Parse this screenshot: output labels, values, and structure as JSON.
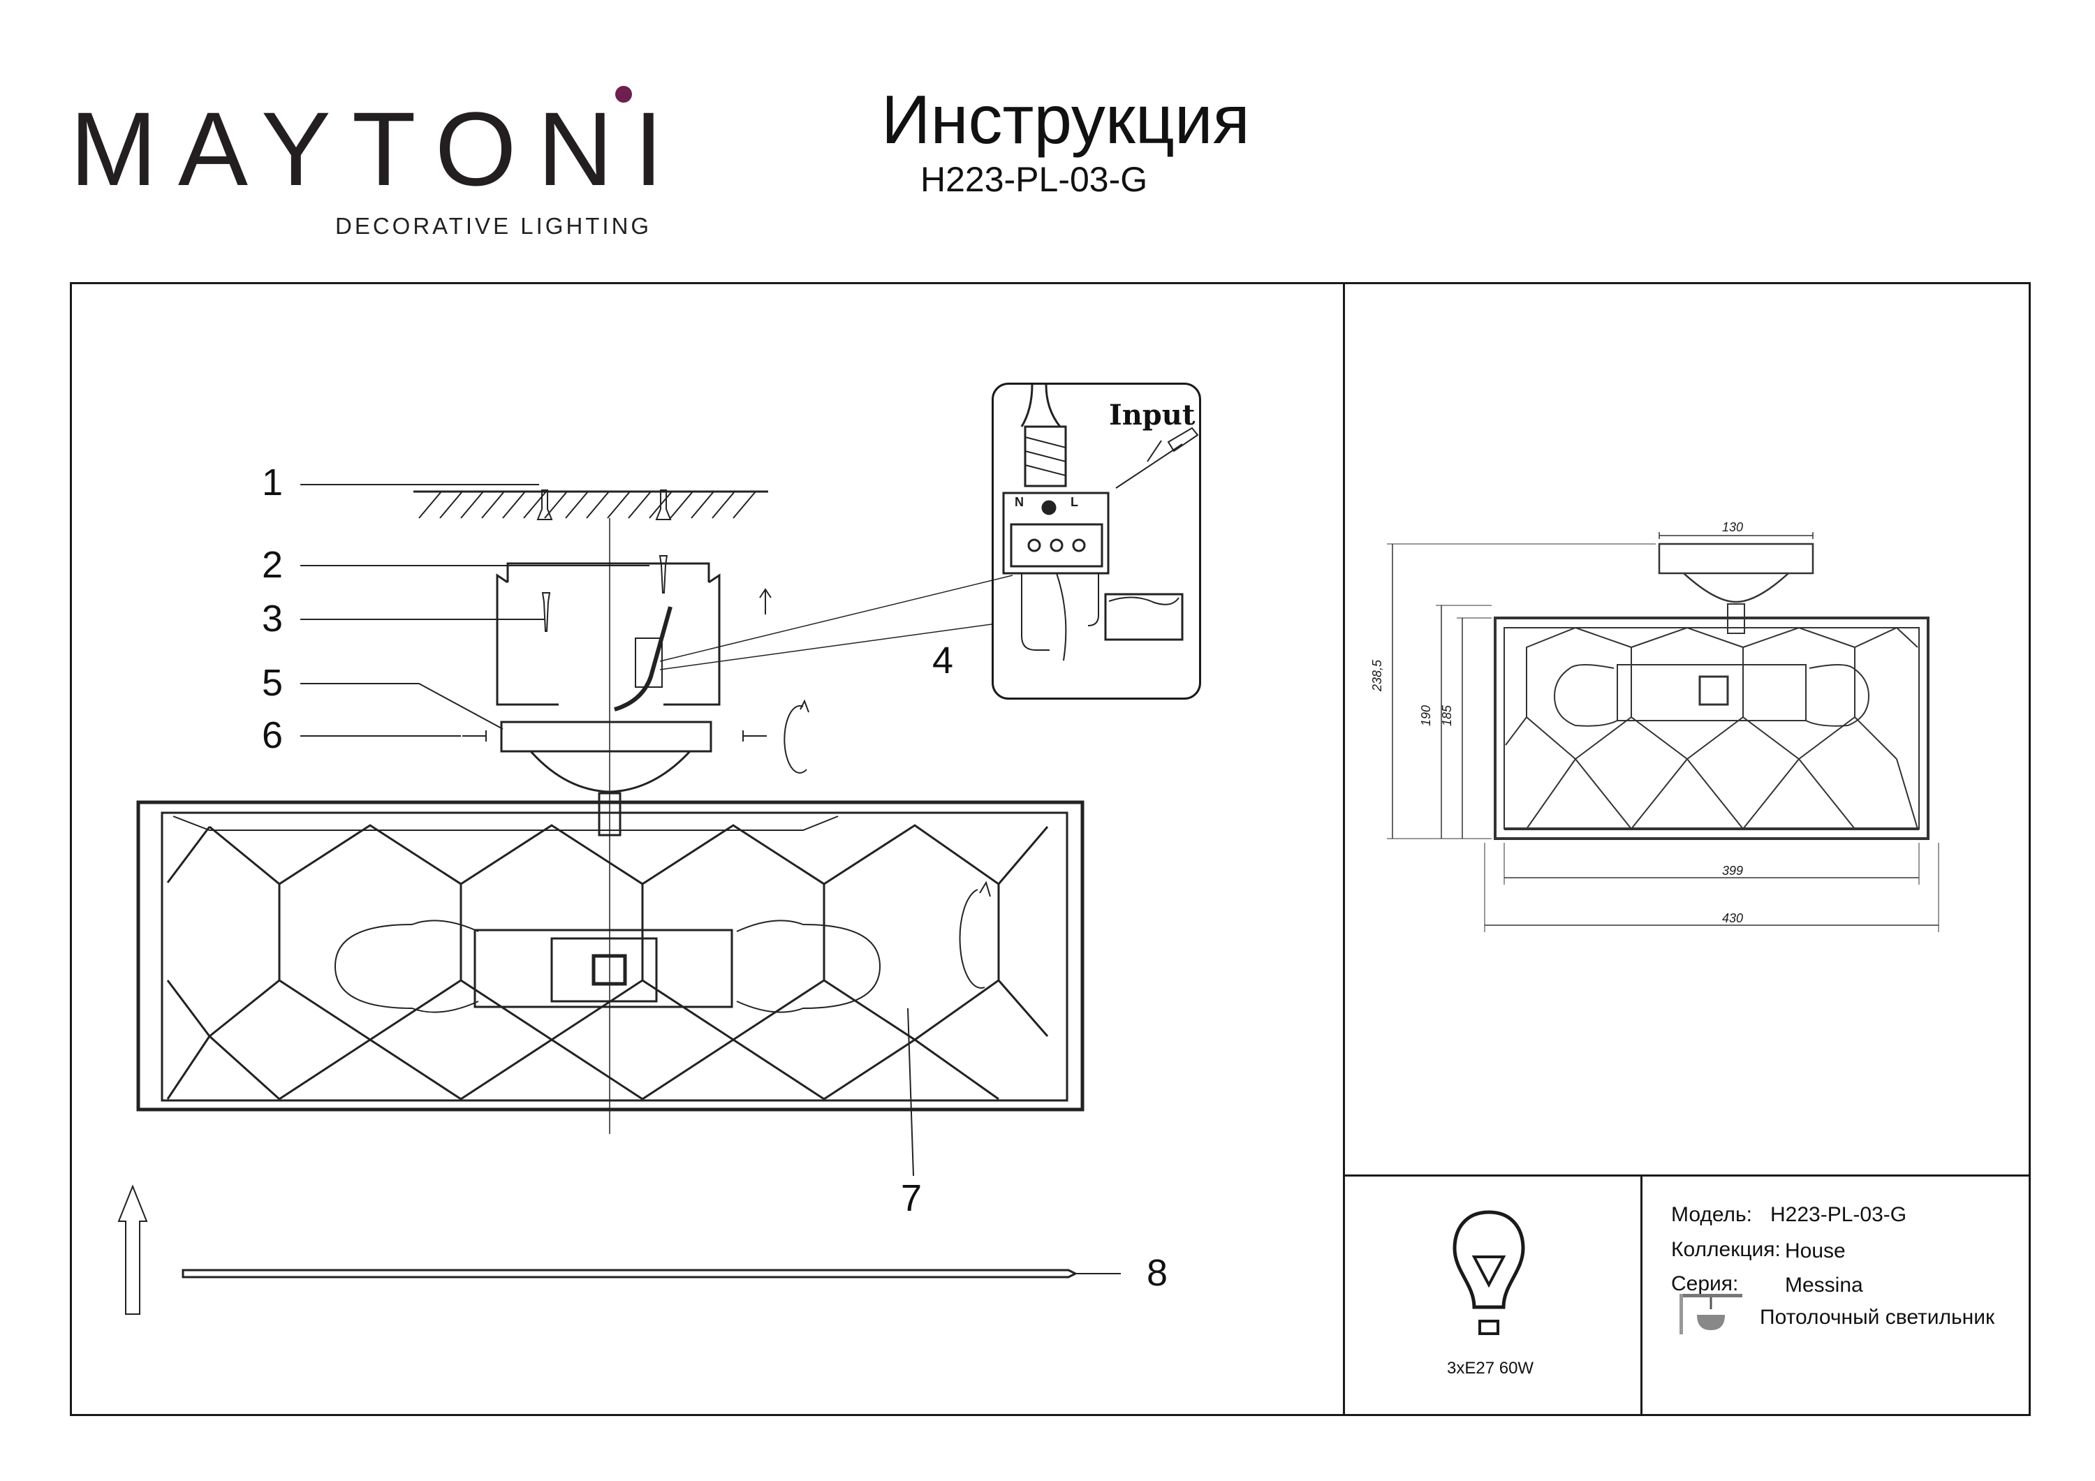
{
  "brand": {
    "name": "MAYTONI",
    "tagline": "DECORATIVE LIGHTING",
    "accent_color": "#6d1f4e"
  },
  "header": {
    "title": "Инструкция",
    "model": "H223-PL-03-G"
  },
  "assembly": {
    "callouts": [
      "1",
      "2",
      "3",
      "4",
      "5",
      "6",
      "7",
      "8"
    ],
    "wiring_detail": {
      "label": "Input",
      "terminals": [
        "N",
        "L"
      ]
    }
  },
  "dimensions": {
    "canopy_width": "130",
    "inner_width": "399",
    "outer_width": "430",
    "total_height": "238,5",
    "shade_height": "190",
    "cage_height": "185"
  },
  "bulb": {
    "spec": "3xE27 60W",
    "icon": "bulb-icon"
  },
  "spec_table": {
    "model_label": "Модель:",
    "model_value": "H223-PL-03-G",
    "collection_label": "Коллекция:",
    "collection_value": "House",
    "series_label": "Серия:",
    "series_value": "Messina",
    "type_icon": "ceiling-lamp-icon",
    "type_value": "Потолочный светильник"
  }
}
